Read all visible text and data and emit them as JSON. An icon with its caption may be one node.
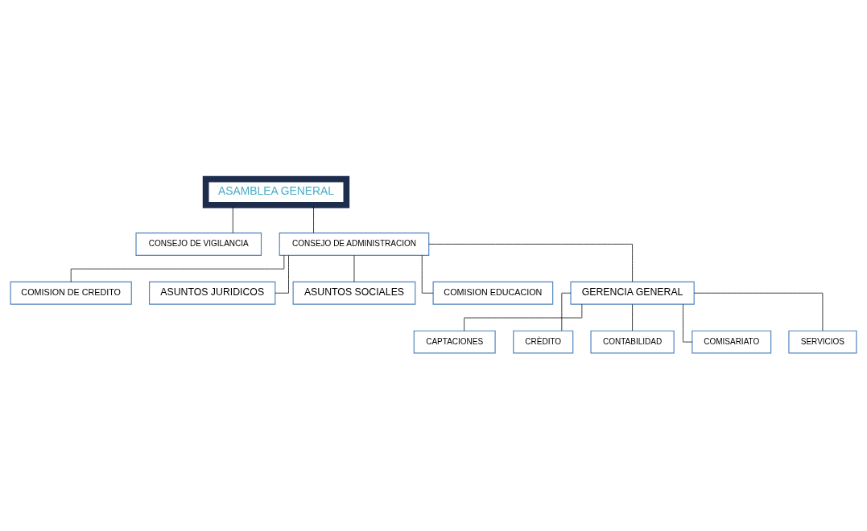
{
  "diagram": {
    "nodes": [
      {
        "text": [
          "ASAMBLEA GENERAL"
        ]
      },
      {
        "text": [
          "CONSEJO DE VIGILANCIA"
        ]
      },
      {
        "text": [
          "CONSEJO DE ADMINISTRACION"
        ]
      },
      {
        "text": [
          "COMISION DE CREDITO"
        ]
      },
      {
        "text": [
          "ASUNTOS JURIDICOS"
        ]
      },
      {
        "text": [
          "ASUNTOS SOCIALES"
        ]
      },
      {
        "text": [
          "COMISION EDUCACION"
        ]
      },
      {
        "text": [
          "GERENCIA GENERAL"
        ]
      },
      {
        "text": [
          "CAPTACIONES"
        ]
      },
      {
        "text": [
          "CRÈDITO"
        ]
      },
      {
        "text": [
          "CONTABILIDAD"
        ]
      },
      {
        "text": [
          "COMISARIATO"
        ]
      },
      {
        "text": [
          "SERVICIOS"
        ]
      }
    ],
    "edges": [
      {
        "from": 0,
        "to": 1,
        "arrow": "none"
      },
      {
        "from": 0,
        "to": 2,
        "arrow": "none"
      },
      {
        "from": 2,
        "to": 3,
        "arrow": "none"
      },
      {
        "from": 2,
        "to": 4,
        "arrow": "none"
      },
      {
        "from": 2,
        "to": 5,
        "arrow": "none"
      },
      {
        "from": 2,
        "to": 6,
        "arrow": "none"
      },
      {
        "from": 2,
        "to": 7,
        "arrow": "none"
      },
      {
        "from": 7,
        "to": 8,
        "arrow": "none"
      },
      {
        "from": 7,
        "to": 9,
        "arrow": "none"
      },
      {
        "from": 7,
        "to": 10,
        "arrow": "none"
      },
      {
        "from": 7,
        "to": 11,
        "arrow": "none"
      },
      {
        "from": 7,
        "to": 12,
        "arrow": "none"
      }
    ]
  }
}
